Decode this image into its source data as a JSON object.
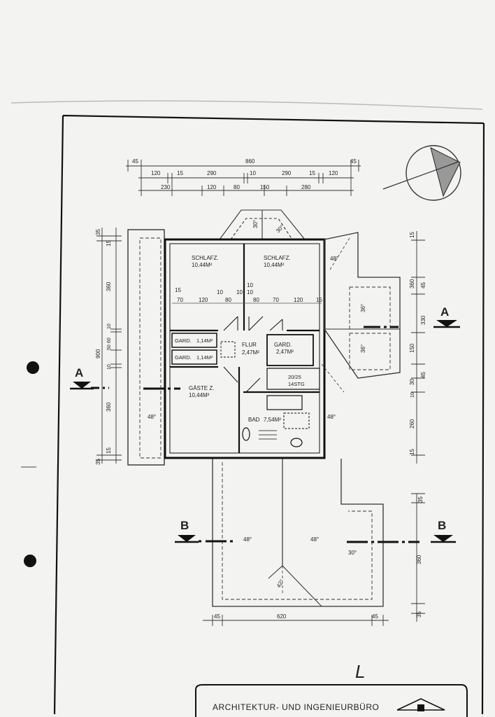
{
  "dimensions_top": {
    "total": "860",
    "left_edge": "45",
    "right_edge": "45",
    "row1": [
      "120",
      "15",
      "290",
      "10",
      "290",
      "15",
      "120"
    ],
    "row2": [
      "230",
      "120",
      "80",
      "150",
      "280"
    ]
  },
  "dimensions_left": {
    "total": "900",
    "segments": [
      "35",
      "15",
      "360",
      "10",
      "60",
      "50",
      "10",
      "360",
      "15",
      "35"
    ]
  },
  "dimensions_right": {
    "segments": [
      "15",
      "360",
      "45",
      "330",
      "150",
      "45",
      "30",
      "10",
      "260",
      "15"
    ]
  },
  "dimensions_bottom_right": {
    "top": "35",
    "mid": "360",
    "bottom": "35"
  },
  "dimensions_bottom": {
    "left": "45",
    "total": "620",
    "right": "45"
  },
  "interior_dims": [
    "15",
    "70",
    "120",
    "10",
    "80",
    "10",
    "10",
    "80",
    "70",
    "120",
    "15"
  ],
  "rooms": {
    "schlaf1": {
      "name": "SCHLAFZ.",
      "area": "10,44M²"
    },
    "schlaf2": {
      "name": "SCHLAFZ.",
      "area": "10,44M²"
    },
    "gard1": {
      "name": "GARD.",
      "area": "1,14M²"
    },
    "gard2": {
      "name": "GARD.",
      "area": "1,14M²"
    },
    "flur": {
      "name": "FLUR",
      "area": "2,47M²"
    },
    "gard3": {
      "name": "GARD.",
      "area": "2,47M²"
    },
    "gaeste": {
      "name": "GÄSTE Z.",
      "area": "10,44M²"
    },
    "bad": {
      "name": "BAD",
      "area": "7,54M²"
    }
  },
  "stair": {
    "label1": "20/25",
    "label2": "14STG"
  },
  "roof_slopes": {
    "dormer_left": "30°",
    "dormer_right": "30°",
    "left": "48°",
    "upper_right": "48°",
    "right_wing_top": "36°",
    "right_wing_bottom": "36°",
    "right_mid": "48°",
    "lower_left": "48°",
    "lower_right": "48°",
    "lower_right_box": "30°",
    "bottom": "42°"
  },
  "section_marks": {
    "a": "A",
    "b": "B"
  },
  "handwriting": "L",
  "footer": {
    "office": "ARCHITEKTUR- UND INGENIEURBÜRO"
  }
}
